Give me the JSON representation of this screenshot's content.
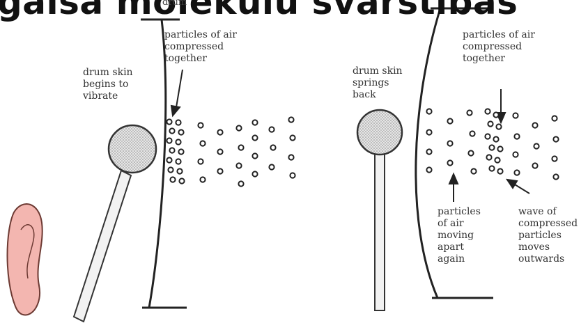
{
  "title": "gaisa molekulu svārstības",
  "left_panel": {
    "drum_top_label": "drum",
    "drum_skin_label": "drum skin\nbegins to\nvibrate",
    "compressed_label": "particles of air\ncompressed\ntogether"
  },
  "right_panel": {
    "drum_skin_label": "drum skin\nsprings\nback",
    "compressed_label": "particles of air\ncompressed\ntogether",
    "apart_label": "particles\nof air\nmoving\napart\nagain",
    "wave_label": "wave of\ncompressed\nparticles\nmoves\noutwards"
  },
  "colors": {
    "line": "#222222",
    "ear": "#f3b6b0",
    "ear_outline": "#6d3a33",
    "mallet_head": "#d9d9d9"
  },
  "icons": {
    "ear": "ear-icon",
    "mallet": "mallet-icon"
  }
}
